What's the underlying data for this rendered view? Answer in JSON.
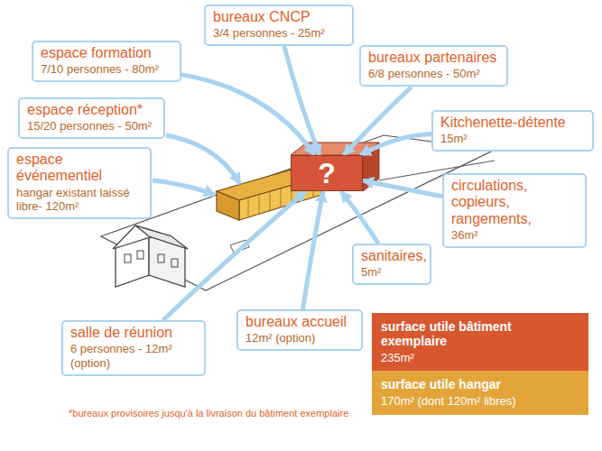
{
  "diagram": {
    "nodes": [
      {
        "text": [
          "espace formation",
          "7/10 personnes - 80m²"
        ]
      },
      {
        "text": [
          "bureaux CNCP",
          "3/4 personnes - 25m²"
        ]
      },
      {
        "text": [
          "bureaux partenaires",
          "6/8 personnes - 50m²"
        ]
      },
      {
        "text": [
          "espace réception*",
          "15/20 personnes - 50m²"
        ]
      },
      {
        "text": [
          "Kitchenette-détente",
          "15m²"
        ]
      },
      {
        "text": [
          "espace événementiel",
          "hangar existant laissé libre- 120m²"
        ]
      },
      {
        "text": [
          "?"
        ]
      },
      {
        "text": [
          "circulations, copieurs, rangements,",
          "36m²"
        ]
      },
      {
        "text": [
          "sanitaires,",
          "5m²"
        ]
      },
      {
        "text": [
          "salle de réunion",
          "6 personnes - 12m² (option)"
        ]
      },
      {
        "text": [
          "bureaux accueil",
          "12m² (option)"
        ]
      },
      {
        "text": [
          "surface utile bâtiment exemplaire",
          "235m²"
        ]
      },
      {
        "text": [
          "surface utile hangar",
          "170m² (dont 120m² libres)"
        ]
      }
    ],
    "edges": [
      {
        "from": 0,
        "to": 6,
        "arrow": "to"
      },
      {
        "from": 1,
        "to": 6,
        "arrow": "to"
      },
      {
        "from": 2,
        "to": 6,
        "arrow": "to"
      },
      {
        "from": 4,
        "to": 6,
        "arrow": "to"
      },
      {
        "from": 7,
        "to": 6,
        "arrow": "to"
      },
      {
        "from": 8,
        "to": 6,
        "arrow": "to"
      },
      {
        "from": 9,
        "to": 6,
        "arrow": "to"
      },
      {
        "from": 10,
        "to": 6,
        "arrow": "to"
      }
    ],
    "labels": [
      "*bureaux provisoires jusqu'à la livraison du bâtiment exemplaire"
    ]
  }
}
